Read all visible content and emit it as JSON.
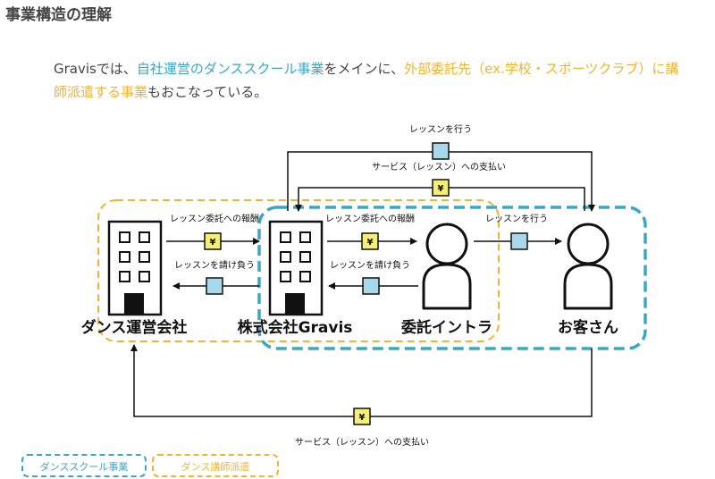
{
  "heading": "事業構造の理解",
  "intro": {
    "p1": "Gravisでは、",
    "p2": "自社運営のダンススクール事業",
    "p3": "をメインに、",
    "p4": "外部委託先（ex.学校・スポーツクラブ）に講師派遣する事業",
    "p5": "もおこなっている。"
  },
  "entities": {
    "dance_company": "ダンス運営会社",
    "gravis": "株式会社Gravis",
    "instructor": "委託イントラ",
    "customer": "お客さん"
  },
  "flows": {
    "lesson_top": "レッスンを行う",
    "service_payment_top": "サービス（レッスン）への支払い",
    "commission_fee_1": "レッスン委託への報酬",
    "undertake_lesson_1": "レッスンを請け負う",
    "commission_fee_2": "レッスン委託への報酬",
    "undertake_lesson_2": "レッスンを請け負う",
    "lesson_to_customer": "レッスンを行う",
    "service_payment_bottom": "サービス（レッスン）への支払い"
  },
  "symbols": {
    "yen": "¥"
  },
  "legend": {
    "dance_school": "ダンススクール事業",
    "instructor_dispatch": "ダンス講師派遣"
  },
  "colors": {
    "school_blue": "#3aa7c4",
    "dispatch_orange": "#f0b431",
    "yen_fill": "#f7ee76",
    "lesson_fill": "#a9d8ea"
  }
}
